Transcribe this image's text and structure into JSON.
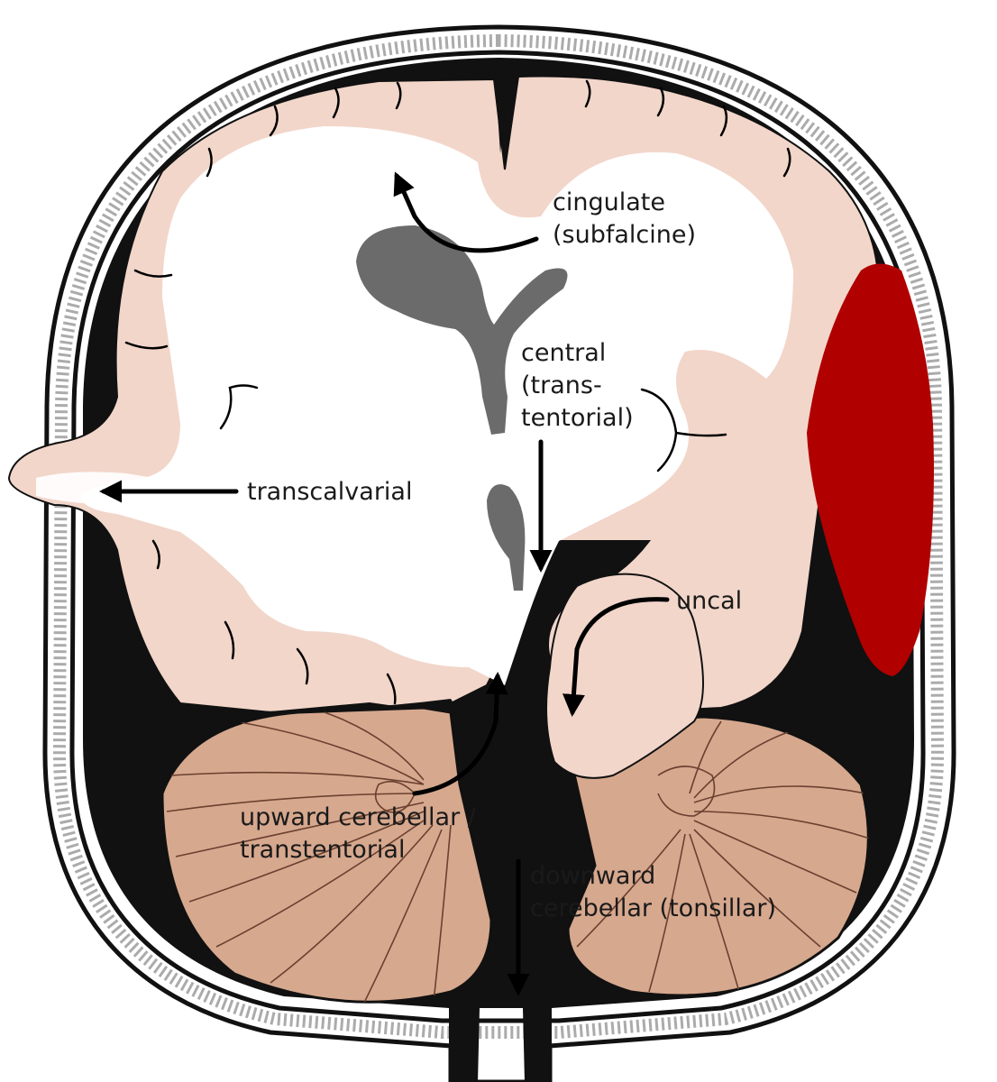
{
  "colors": {
    "skull_line": "#111111",
    "dura_space": "#111111",
    "grey_matter": "#f2d6ca",
    "white_matter": "#ffffff",
    "ventricle": "#6b6b6b",
    "hematoma": "#b00000",
    "cerebellum": "#d6a88e",
    "cerebellum_folia": "#6a4030",
    "text": "#1a1a1a"
  },
  "labels": {
    "cingulate": [
      "cingulate",
      "(subfalcine)"
    ],
    "central": [
      "central",
      "(trans-",
      "tentorial)"
    ],
    "transcalvarial": [
      "transcalvarial"
    ],
    "uncal": [
      "uncal"
    ],
    "upward": [
      "upward cerebellar /",
      "transtentorial"
    ],
    "downward": [
      "downward",
      "cerebellar (tonsillar)"
    ]
  }
}
